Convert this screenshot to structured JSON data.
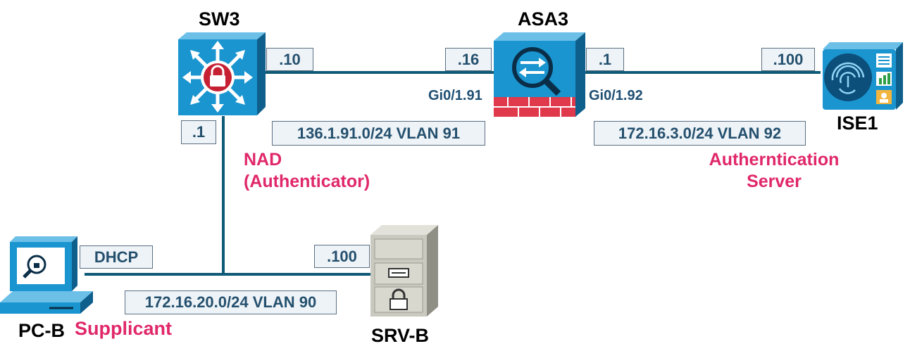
{
  "colors": {
    "link": "#0f5a77",
    "device_blue": "#1a95d0",
    "role": "#e0276a",
    "firewall_red": "#e0394c",
    "label_text": "#24506e"
  },
  "devices": {
    "sw3": {
      "name": "SW3",
      "icon": "multilayer-switch-icon"
    },
    "asa3": {
      "name": "ASA3",
      "icon": "firewall-icon"
    },
    "ise1": {
      "name": "ISE1",
      "icon": "ise-server-icon"
    },
    "pcb": {
      "name": "PC-B",
      "icon": "workstation-icon"
    },
    "srvb": {
      "name": "SRV-B",
      "icon": "file-server-icon"
    }
  },
  "addresses": {
    "sw3_uplink": ".10",
    "asa3_inside": ".16",
    "asa3_outside": ".1",
    "ise1": ".100",
    "sw3_access": ".1",
    "srvb": ".100",
    "pcb": "DHCP"
  },
  "interfaces": {
    "asa3_inside": "Gi0/1.91",
    "asa3_outside": "Gi0/1.92"
  },
  "subnets": {
    "vlan91": "136.1.91.0/24 VLAN 91",
    "vlan92": "172.16.3.0/24 VLAN 92",
    "vlan90": "172.16.20.0/24 VLAN 90"
  },
  "roles": {
    "nad_line1": "NAD",
    "nad_line2": "(Authenticator)",
    "auth_line1": "Autherntication",
    "auth_line2": "Server",
    "supplicant": "Supplicant"
  }
}
